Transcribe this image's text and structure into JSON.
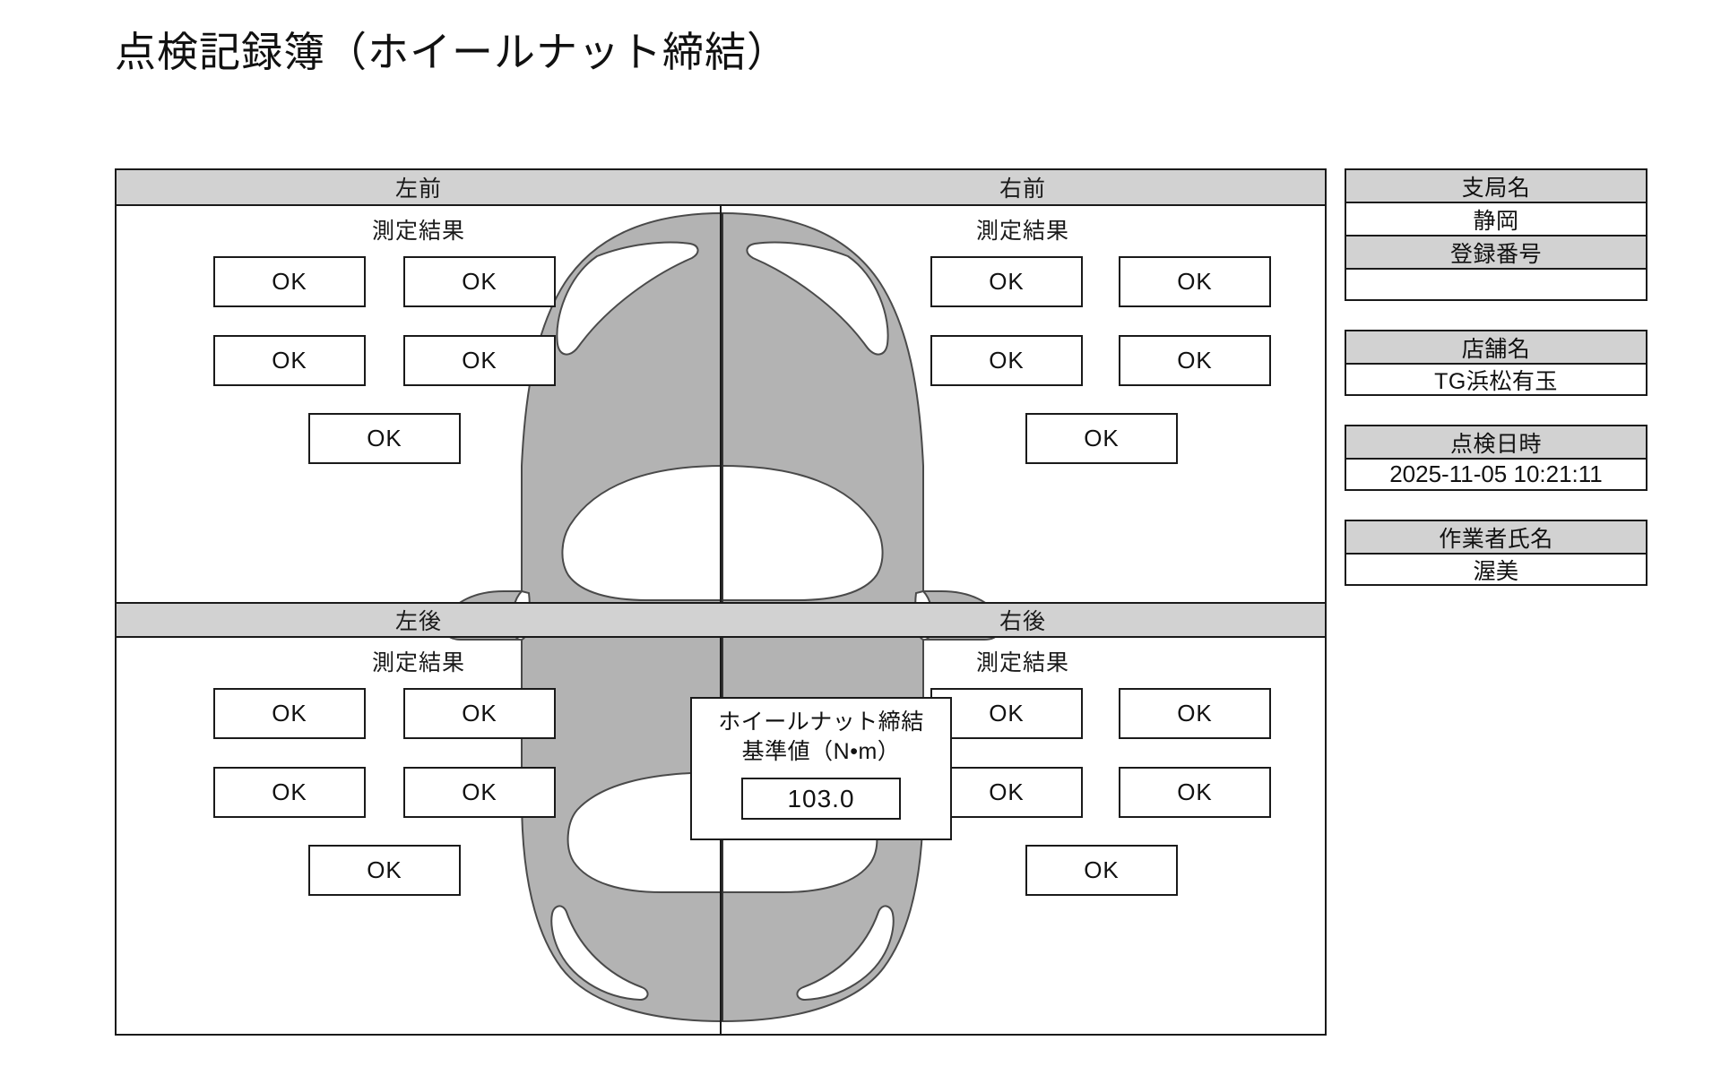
{
  "document": {
    "title": "点検記録簿（ホイールナット締結）"
  },
  "quadrants": [
    {
      "key": "left-front",
      "header": "左前",
      "subtitle": "測定結果",
      "results": [
        "OK",
        "OK",
        "OK",
        "OK",
        "OK"
      ]
    },
    {
      "key": "right-front",
      "header": "右前",
      "subtitle": "測定結果",
      "results": [
        "OK",
        "OK",
        "OK",
        "OK",
        "OK"
      ]
    },
    {
      "key": "left-rear",
      "header": "左後",
      "subtitle": "測定結果",
      "results": [
        "OK",
        "OK",
        "OK",
        "OK",
        "OK"
      ]
    },
    {
      "key": "right-rear",
      "header": "右後",
      "subtitle": "測定結果",
      "results": [
        "OK",
        "OK",
        "OK",
        "OK",
        "OK"
      ]
    }
  ],
  "torque_callout": {
    "line1": "ホイールナット締結",
    "line2": "基準値（N•m）",
    "value": "103.0"
  },
  "info_panel": {
    "groups": [
      {
        "key": "registration",
        "rows": [
          {
            "type": "head",
            "text": "支局名"
          },
          {
            "type": "value",
            "text": "静岡"
          },
          {
            "type": "head",
            "text": "登録番号"
          },
          {
            "type": "value",
            "text": ""
          }
        ]
      },
      {
        "key": "store",
        "rows": [
          {
            "type": "head",
            "text": "店舗名"
          },
          {
            "type": "value",
            "text": "TG浜松有玉"
          }
        ]
      },
      {
        "key": "inspection-datetime",
        "rows": [
          {
            "type": "head",
            "text": "点検日時"
          },
          {
            "type": "value",
            "text": "2025-11-05 10:21:11"
          }
        ]
      },
      {
        "key": "operator",
        "rows": [
          {
            "type": "head",
            "text": "作業者氏名"
          },
          {
            "type": "value",
            "text": "渥美"
          }
        ]
      }
    ]
  },
  "colors": {
    "line": "#1a1a1a",
    "header_fill": "#d2d2d2",
    "car_fill": "#b3b3b3",
    "page_background": "#ffffff"
  },
  "car_diagram": {
    "view": "top-down",
    "orientation": "front-up",
    "label": "vehicle-silhouette"
  }
}
